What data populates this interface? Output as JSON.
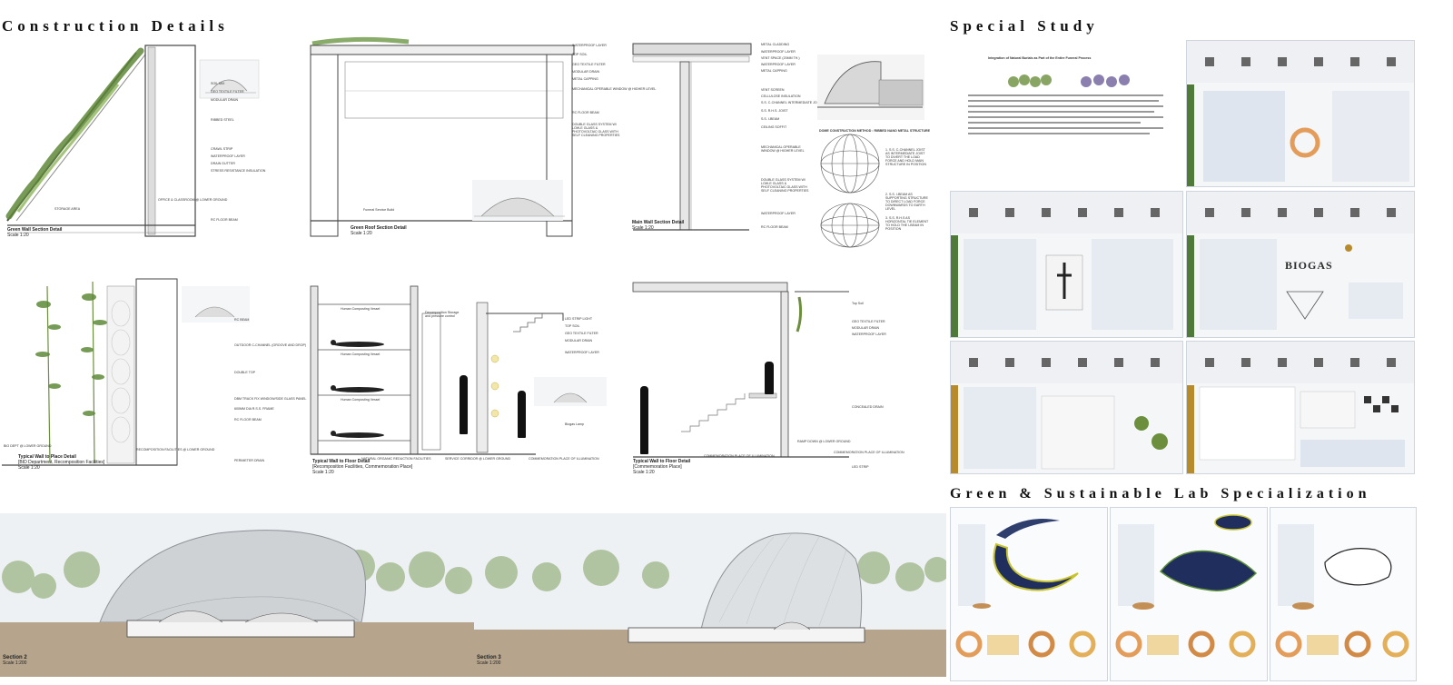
{
  "headings": {
    "construction": "Construction Details",
    "special": "Special Study",
    "lab": "Green & Sustainable Lab Specialization"
  },
  "details": {
    "green_wall": {
      "title": "Green Wall Section Detail",
      "scale": "Scale 1:20",
      "labels": [
        "SOIL MIX",
        "GEO TEXTILE FILTER",
        "MODULAR DRAIN",
        "RIBBED STEEL",
        "CRAWL STRIP",
        "WATERPROOF LAYER",
        "DRAIN GUTTER",
        "STRESS RESISTANCE INSULATION",
        "RC FLOOR BEAM"
      ],
      "area1": "STORAGE AREA",
      "area2": "OFFICE & CLASSROOM @ LOWER GROUND"
    },
    "green_roof": {
      "title": "Green Roof Section Detail",
      "scale": "Scale 1:20",
      "labels": [
        "WATERPROOF LAYER",
        "TOP SOIL",
        "GEO TEXTILE FILTER",
        "MODULAR DRAIN",
        "METAL CAPPING",
        "MECHANICAL OPERABLE WINDOW @ HIGHER LEVEL",
        "RC FLOOR BEAM",
        "DOUBLE GLASS SYSTEM W/ LOW-E GLASS & PHOTOVOLTAIC GLASS WITH SELF CLEANING PROPERTIES"
      ],
      "area": "Funeral Service Build"
    },
    "main_wall": {
      "title": "Main Wall Section Detail",
      "scale": "Scale 1:20",
      "labels": [
        "METAL CLADDING",
        "WATERPROOF LAYER",
        "VENT SPACE (20MM TH.)",
        "WATERPROOF LAYER",
        "METAL CAPPING",
        "VENT SCREEN",
        "CELLULOSE INSULATION",
        "S.S. C-CHANNEL INTERMEDIATE JOIST",
        "S.S. R.H.S. JOIST",
        "S.S. I-BEAM",
        "CEILING SOFFIT",
        "MECHANICAL OPERABLE WINDOW @ HIGHER LEVEL",
        "DOUBLE GLASS SYSTEM W/ LOW-E GLASS & PHOTOVOLTAIC GLASS WITH SELF CLEANING PROPERTIES",
        "WATERPROOF LAYER",
        "RC FLOOR BEAM"
      ]
    },
    "dome": {
      "method": "DOME CONSTRUCTION METHOD : RIBBED NANO METAL STRUCTURE",
      "note1": "1. S.S. C-CHANNEL JOIST AS INTERMEDIATE JOIST TO DIVERT THE LOAD FORCE AND HOLD MAIN STRUCTURE IN POSITION",
      "note2": "2. S.S. I-BEAM AS SUPPORTING STRUCTURE TO DIRECT LOAD FORCE DOWNWARDS TO EARTH LEVEL",
      "note3": "3. S.S. R.H.S AS HORIZONTAL TIE ELEMENT TO HOLD THE I-BEAM IN POSITION"
    },
    "wall_to_place": {
      "title": "Typical Wall to Place Detail",
      "subtitle": "[BID Department, Recomposition Facilities]",
      "scale": "Scale 1:20",
      "labels": [
        "RC BEAM",
        "OUTDOOR C-CHANNEL (GROOVE AND DROP)",
        "DOUBLE TOP",
        "DBM TRACK FIX WINDOW/SIDE GLASS PANEL",
        "600MM DIA R.S.S. FRAME",
        "RC FLOOR BEAM",
        "PERIMETER DRAIN"
      ],
      "area1": "BIO DEPT @ LOWER GROUND",
      "area2": "RECOMPOSITION FACILITIES @ LOWER GROUND"
    },
    "wall_to_floor_1": {
      "title": "Typical Wall to Floor Detail",
      "subtitle": "[Recomposition Facilities, Commemoration Place]",
      "scale": "Scale 1:20",
      "vessels": [
        "Human Composting Vessel",
        "Human Composting Vessel",
        "Human Composting Vessel"
      ],
      "labels": [
        "LED STRIP LIGHT",
        "TOP SOIL",
        "GEO TEXTILE FILTER",
        "MODULAR DRAIN",
        "WATERPROOF LAYER",
        "Biogas Lamp"
      ],
      "box": "Decomposition Storage and pressure control",
      "areas": [
        "NATURAL ORGANIC REDUCTION FACILITIES",
        "SERVICE CORRIDOR @ LOWER GROUND",
        "COMMEMORATION PLACE OF ILLUMINATION"
      ]
    },
    "wall_to_floor_2": {
      "title": "Typical Wall to Floor Detail",
      "subtitle": "[Commemoration Place]",
      "scale": "Scale 1:20",
      "labels": [
        "Top Soil",
        "GEO TEXTILE FILTER",
        "MODULAR DRAIN",
        "WATERPROOF LAYER",
        "CONCEALED DRAIN",
        "LED STRIP"
      ],
      "areas": [
        "COMMEMORATION PLACE OF ILLUMINATION",
        "RAMP DOWN @ LOWER GROUND",
        "COMMEMORATION PLACE OF ILLUMINATION"
      ]
    }
  },
  "sections": {
    "s2": {
      "title": "Section 2",
      "scale": "Scale 1:200"
    },
    "s3": {
      "title": "Section 3",
      "scale": "Scale 1:200"
    }
  },
  "special_study": {
    "board1_title": "Integration of Natural Burials as Part of the Entire Funeral Process",
    "biogas": "BIOGAS"
  },
  "colors": {
    "green": "#4f7a3a",
    "gold": "#b78a2c",
    "sky": "#e9eef3",
    "ground": "#b6a58c"
  }
}
